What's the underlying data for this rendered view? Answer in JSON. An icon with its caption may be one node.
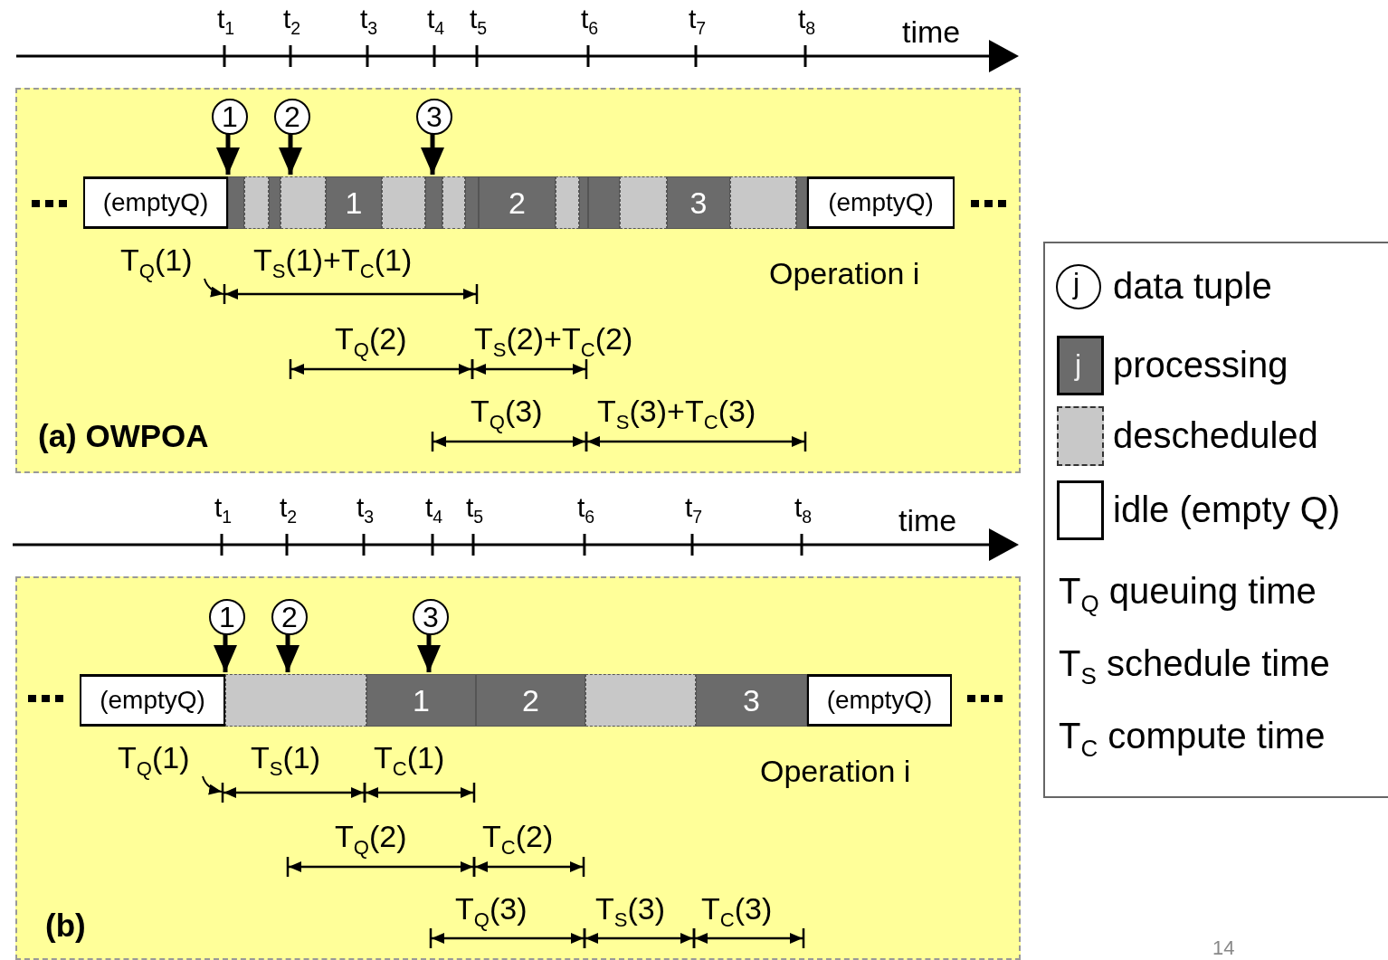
{
  "diagram": {
    "nodes": [
      {
        "text": [
          "(a) OWPOA"
        ]
      },
      {
        "text": [
          "1"
        ],
        "in": 0
      },
      {
        "text": [
          "2"
        ],
        "in": 0
      },
      {
        "text": [
          "3"
        ],
        "in": 0
      },
      {
        "text": [
          "(emptyQ)"
        ],
        "in": 0
      },
      {
        "text": [],
        "shape": "bar",
        "in": 0
      },
      {
        "text": [],
        "shape": "bar",
        "in": 0
      },
      {
        "text": [],
        "shape": "bar",
        "in": 0
      },
      {
        "text": [],
        "shape": "bar",
        "in": 0
      },
      {
        "text": [
          "1"
        ],
        "in": 0
      },
      {
        "text": [],
        "shape": "bar",
        "in": 0
      },
      {
        "text": [],
        "shape": "bar",
        "in": 0
      },
      {
        "text": [],
        "shape": "bar",
        "in": 0
      },
      {
        "text": [],
        "shape": "bar",
        "in": 0
      },
      {
        "text": [
          "2"
        ],
        "in": 0
      },
      {
        "text": [],
        "shape": "bar",
        "in": 0
      },
      {
        "text": [],
        "shape": "bar",
        "in": 0
      },
      {
        "text": [],
        "shape": "bar",
        "in": 0
      },
      {
        "text": [],
        "shape": "bar",
        "in": 0
      },
      {
        "text": [
          "3"
        ],
        "in": 0
      },
      {
        "text": [],
        "shape": "bar",
        "in": 0
      },
      {
        "text": [],
        "shape": "bar",
        "in": 0
      },
      {
        "text": [
          "(emptyQ)"
        ],
        "in": 0
      },
      {
        "text": [
          "(b)"
        ]
      },
      {
        "text": [
          "1"
        ],
        "in": 23
      },
      {
        "text": [
          "2"
        ],
        "in": 23
      },
      {
        "text": [
          "3"
        ],
        "in": 23
      },
      {
        "text": [
          "(emptyQ)"
        ],
        "in": 23
      },
      {
        "text": [],
        "shape": "bar",
        "in": 23
      },
      {
        "text": [
          "1"
        ],
        "in": 23
      },
      {
        "text": [
          "2"
        ],
        "in": 23
      },
      {
        "text": [],
        "shape": "bar",
        "in": 23
      },
      {
        "text": [
          "3"
        ],
        "in": 23
      },
      {
        "text": [
          "(emptyQ)"
        ],
        "in": 23
      }
    ],
    "edges": [
      {
        "from": 1,
        "to": 5,
        "arrow": "to"
      },
      {
        "from": 2,
        "to": 8,
        "arrow": "to"
      },
      {
        "from": 3,
        "to": 11,
        "arrow": "to"
      },
      {
        "from": 24,
        "to": 28,
        "arrow": "to"
      },
      {
        "from": 25,
        "to": 28,
        "arrow": "to"
      },
      {
        "from": 26,
        "to": 29,
        "arrow": "to"
      }
    ],
    "labels": [
      "t$_{1}$",
      "t$_{2}$",
      "t$_{3}$",
      "t$_{4}$",
      "t$_{5}$",
      "t$_{6}$",
      "t$_{7}$",
      "t$_{8}$",
      "time",
      "T$_{Q}$(1)",
      "T$_{S}$(1)+T$_{C}$(1)",
      "Operation i",
      "T$_{Q}$(2)",
      "T$_{S}$(2)+T$_{C}$(2)",
      "T$_{Q}$(3)",
      "T$_{S}$(3)+T$_{C}$(3)",
      "t$_{1}$",
      "t$_{2}$",
      "t$_{3}$",
      "t$_{4}$",
      "t$_{5}$",
      "t$_{6}$",
      "t$_{7}$",
      "t$_{8}$",
      "time",
      "T$_{Q}$(1)",
      "T$_{S}$(1)",
      "T$_{C}$(1)",
      "Operation i",
      "T$_{Q}$(2)",
      "T$_{C}$(2)",
      "T$_{Q}$(3)",
      "T$_{S}$(3)",
      "T$_{C}$(3)",
      "j",
      "j",
      "14"
    ],
    "legend": [
      {
        "text": "data tuple"
      },
      {
        "text": "processing",
        "color": "#6b6b6b"
      },
      {
        "text": "descheduled",
        "color": "#c8c8c8"
      },
      {
        "text": "idle (empty Q)",
        "color": "#ffffff"
      },
      {
        "text": "T$_{Q}$ queuing time"
      },
      {
        "text": "T$_{S}$ schedule time"
      },
      {
        "text": "T$_{C}$ compute time"
      }
    ]
  }
}
